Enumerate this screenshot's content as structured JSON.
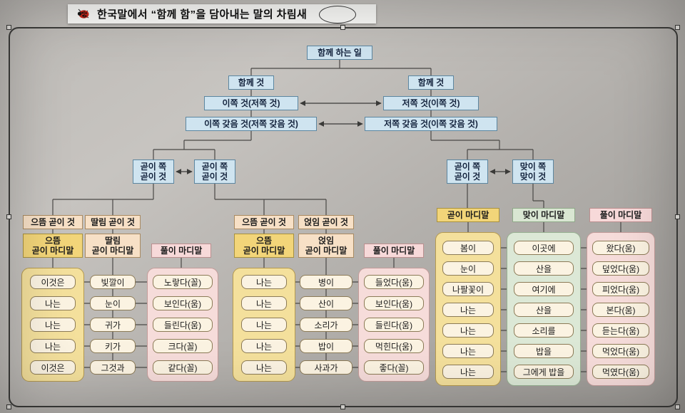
{
  "title": {
    "icon": "ladybug",
    "text": "한국말에서 “함께 함”을 담아내는 말의 차림새"
  },
  "tree": {
    "root": "함께 하는 일",
    "level2": [
      "함께 것",
      "함께 것"
    ],
    "level3": [
      "이쪽 것(저쪽 것)",
      "저쪽 것(이쪽 것)"
    ],
    "level4": [
      "이쪽 갖음 것(저쪽 갖음 것)",
      "저쪽 갖음 것(이쪽 갖음 것)"
    ],
    "level5": [
      "곧이 쪽\n곧이 것",
      "곧이 쪽\n곧이 것",
      "곧이 쪽\n곧이 것",
      "맞이 쪽\n맞이 것"
    ]
  },
  "groups": {
    "left": {
      "col1": {
        "header": "으뜸 곧이 것",
        "subheader": "으뜸\n곧이 마디말",
        "items": [
          "이것은",
          "나는",
          "나는",
          "나는",
          "이것은"
        ]
      },
      "col2": {
        "header": "딸림 곧이 것",
        "subheader": "딸림\n곧이 마디말",
        "items": [
          "빛깔이",
          "눈이",
          "귀가",
          "키가",
          "그것과"
        ]
      },
      "col3": {
        "header": "풀이 마디말",
        "items": [
          "노랗다(꼴)",
          "보인다(움)",
          "들린다(움)",
          "크다(꼴)",
          "같다(꼴)"
        ]
      }
    },
    "middle": {
      "col1": {
        "header": "으뜸 곧이 것",
        "subheader": "으뜸\n곧이 마디말",
        "items": [
          "나는",
          "나는",
          "나는",
          "나는",
          "나는"
        ]
      },
      "col2": {
        "header": "얹임 곧이 것",
        "subheader": "얹임\n곧이 마디말",
        "items": [
          "병이",
          "산이",
          "소리가",
          "밥이",
          "사과가"
        ]
      },
      "col3": {
        "header": "풀이 마디말",
        "items": [
          "들었다(움)",
          "보인다(움)",
          "들린다(움)",
          "먹힌다(움)",
          "좋다(꼴)"
        ]
      }
    },
    "right": {
      "col1": {
        "header": "곧이 마디말",
        "items": [
          "봄이",
          "눈이",
          "나팔꽃이",
          "나는",
          "나는",
          "나는",
          "나는"
        ]
      },
      "col2": {
        "header": "맞이 마디말",
        "items": [
          "이곳에",
          "산을",
          "여기에",
          "산을",
          "소리를",
          "밥을",
          "그에게 밥을"
        ]
      },
      "col3": {
        "header": "풀이 마디말",
        "items": [
          "왔다(움)",
          "덮었다(움)",
          "피었다(움)",
          "본다(움)",
          "듣는다(움)",
          "먹었다(움)",
          "먹였다(움)"
        ]
      }
    }
  },
  "palette": {
    "blue": "#cfe4f0",
    "yellow": "#f2d579",
    "tan": "#f7e0c6",
    "pink": "#f7d9d9",
    "green": "#d9e6d2",
    "cream": "#fbf3e2"
  }
}
